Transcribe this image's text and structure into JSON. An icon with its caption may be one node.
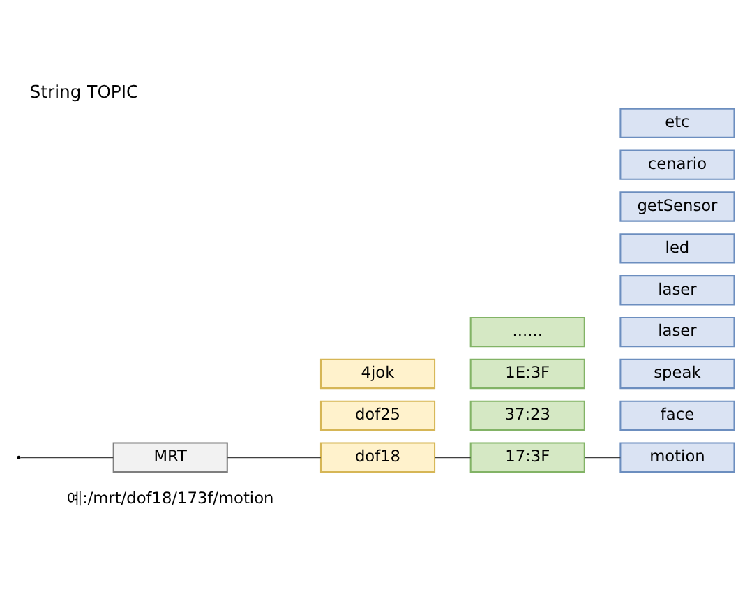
{
  "diagram": {
    "title": "String TOPIC",
    "nodes": [
      {
        "text": [
          "MRT"
        ]
      },
      {
        "text": [
          "dof18"
        ]
      },
      {
        "text": [
          "dof25"
        ]
      },
      {
        "text": [
          "4jok"
        ]
      },
      {
        "text": [
          "17:3F"
        ]
      },
      {
        "text": [
          "37:23"
        ]
      },
      {
        "text": [
          "1E:3F"
        ]
      },
      {
        "text": [
          "......"
        ]
      },
      {
        "text": [
          "motion"
        ]
      },
      {
        "text": [
          "face"
        ]
      },
      {
        "text": [
          "speak"
        ]
      },
      {
        "text": [
          "laser"
        ]
      },
      {
        "text": [
          "laser"
        ]
      },
      {
        "text": [
          "led"
        ]
      },
      {
        "text": [
          "getSensor"
        ]
      },
      {
        "text": [
          "cenario"
        ]
      },
      {
        "text": [
          "etc"
        ]
      }
    ],
    "edges": [
      {
        "from": null,
        "to": 0,
        "arrow": "none"
      },
      {
        "from": 0,
        "to": 1,
        "arrow": "none"
      },
      {
        "from": 1,
        "to": 4,
        "arrow": "none"
      },
      {
        "from": 4,
        "to": 8,
        "arrow": "none"
      }
    ],
    "labels": [
      "예:/mrt/dof18/173f/motion"
    ]
  }
}
